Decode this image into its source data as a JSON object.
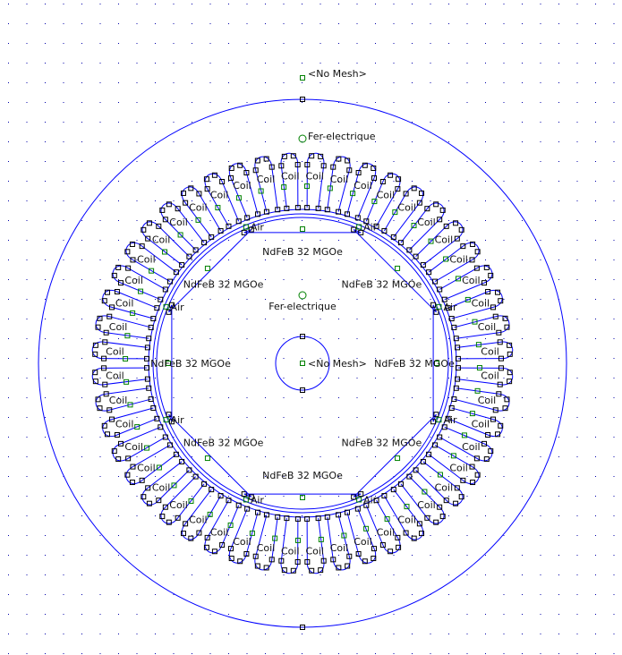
{
  "labels": {
    "no_mesh_outer": "<No Mesh>",
    "no_mesh_shaft": "<No Mesh>",
    "stator_iron": "Fer-electrique",
    "rotor_iron": "Fer-electrique",
    "coil": "Coil",
    "air": "Air",
    "magnet": "NdFeB 32 MGOe"
  },
  "geometry_counts": {
    "slots": 48,
    "poles": 8
  },
  "colors": {
    "line": "#0000ff",
    "node": "#000000",
    "block_marker": "#008000",
    "grid": "#0000aa"
  }
}
